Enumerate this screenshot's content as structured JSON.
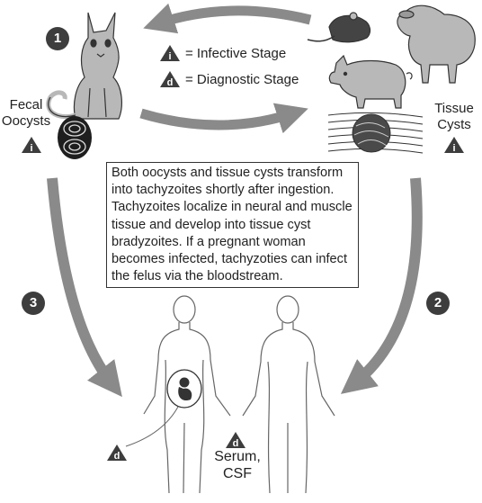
{
  "legend": {
    "infective": {
      "symbol": "i",
      "text": "= Infective Stage"
    },
    "diagnostic": {
      "symbol": "d",
      "text": "= Diagnostic Stage"
    }
  },
  "steps": [
    "1",
    "2",
    "3"
  ],
  "labels": {
    "fecal": "Fecal",
    "oocysts": "Oocysts",
    "tissue": "Tissue",
    "cysts": "Cysts",
    "serum": "Serum,",
    "csf": "CSF"
  },
  "stage_symbols": {
    "oocyst": "i",
    "tissue_cyst": "i",
    "fetus": "d",
    "serum": "d"
  },
  "description": "Both oocysts and tissue cysts transform into tachyzoites shortly after ingestion. Tachyzoites localize in neural and muscle tissue and develop into tissue cyst bradyzoites. If a pregnant woman becomes infected, tachyzoties can infect the felus via the bloodstream.",
  "colors": {
    "arrow": "#8a8a8a",
    "badge": "#3d3d3d",
    "animal_fill": "#b8b8b8",
    "outline": "#333333"
  }
}
